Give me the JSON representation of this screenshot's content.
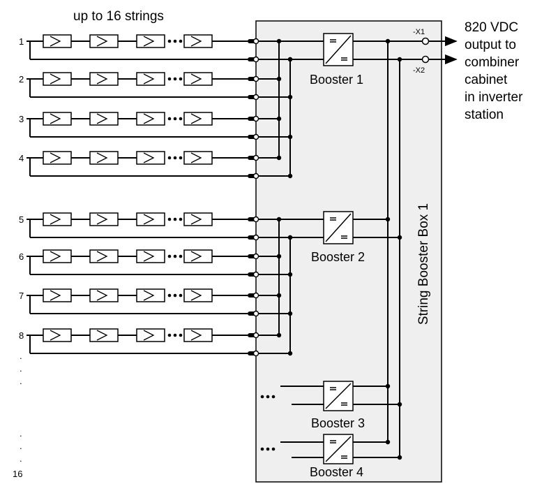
{
  "header": "up to 16 strings",
  "output_text": [
    "820 VDC",
    "output to",
    "combiner",
    "cabinet",
    "in inverter",
    "station"
  ],
  "terminals": {
    "x1": "-X1",
    "x2": "-X2"
  },
  "box_label": "String Booster Box 1",
  "string_labels": [
    "1",
    "2",
    "3",
    "4",
    "5",
    "6",
    "7",
    "8",
    "16"
  ],
  "boosters": [
    "Booster 1",
    "Booster 2",
    "Booster 3",
    "Booster 4"
  ],
  "ellipsis": "•••",
  "continuation_dot": "."
}
